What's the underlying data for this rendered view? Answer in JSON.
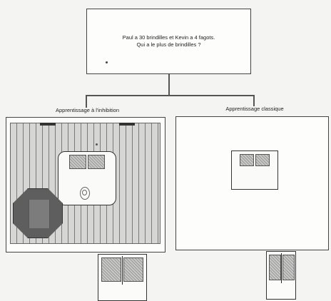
{
  "question": {
    "line1": "Paul a 30 brindilles et  Kevin  a 4 fagots.",
    "line2": "Qui a le plus de brindilles ?"
  },
  "columns": {
    "left_title": "Apprentissage à l'inhibition",
    "right_title": "Apprentissage classique"
  },
  "colors": {
    "outline": "#444444",
    "octagon_fill": "#5e5e5e",
    "stripe_fill": "#d6d6d4"
  }
}
